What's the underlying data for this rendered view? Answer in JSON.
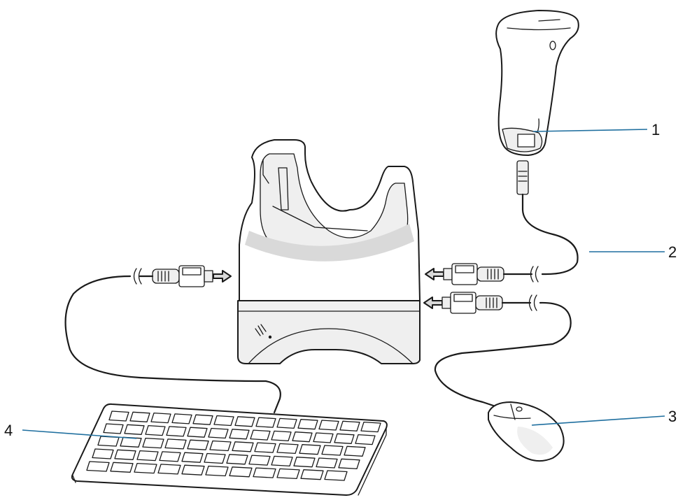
{
  "callouts": [
    {
      "number": "1",
      "target": "barcode-scanner"
    },
    {
      "number": "2",
      "target": "scanner-cable"
    },
    {
      "number": "3",
      "target": "mouse"
    },
    {
      "number": "4",
      "target": "keyboard"
    }
  ],
  "colors": {
    "leader_line": "#1f6f9f",
    "line_art": "#1a1a1a",
    "background": "#ffffff"
  },
  "icons": {
    "cradle_logo": "zebra-logo-icon"
  }
}
